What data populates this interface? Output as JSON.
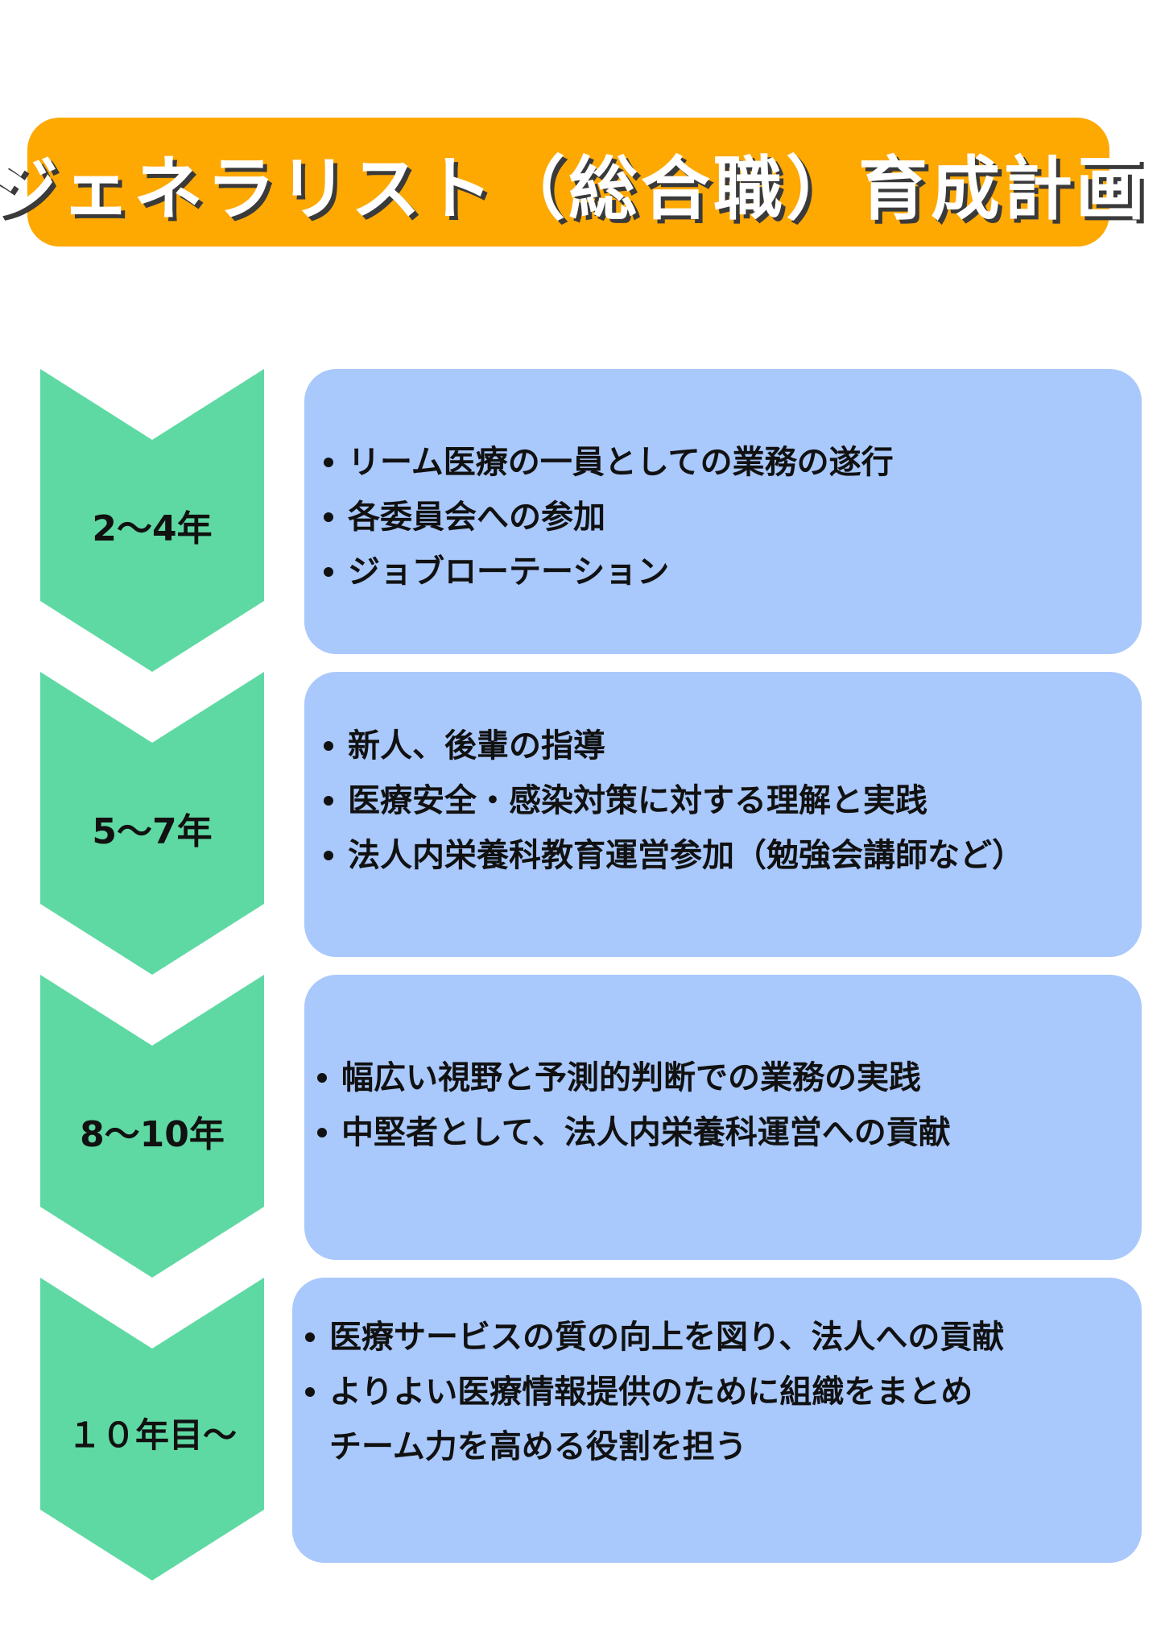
{
  "title": "ジェネラリスト（総合職）育成計画",
  "colors": {
    "title_bg": "#fea802",
    "title_text": "#ffffff",
    "chevron": "#5fd9a3",
    "card": "#a9c8fc",
    "text": "#111111"
  },
  "stages": [
    {
      "period": "2～4年",
      "items": [
        "リーム医療の一員としての業務の遂行",
        "各委員会への参加",
        "ジョブローテーション"
      ]
    },
    {
      "period": "5～7年",
      "items": [
        "新人、後輩の指導",
        "医療安全・感染対策に対する理解と実践",
        "法人内栄養科教育運営参加（勉強会講師など）"
      ]
    },
    {
      "period": "8～10年",
      "items": [
        "幅広い視野と予測的判断での業務の実践",
        "中堅者として、法人内栄養科運営への貢献"
      ]
    },
    {
      "period": "１０年目～",
      "items": [
        "医療サービスの質の向上を図り、法人への貢献",
        "よりよい医療情報提供のために組織をまとめ"
      ],
      "continuation": "チーム力を高める役割を担う"
    }
  ]
}
